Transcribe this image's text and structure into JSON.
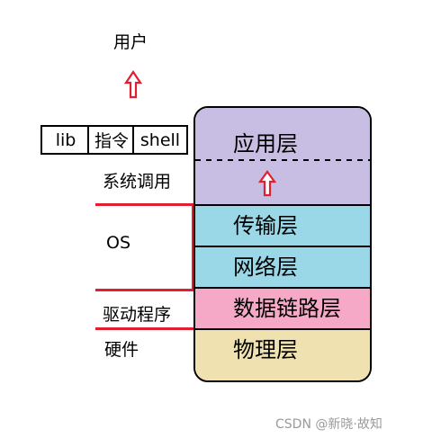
{
  "labels": {
    "user": "用户",
    "syscall": "系统调用",
    "os": "OS",
    "driver": "驱动程序",
    "hardware": "硬件"
  },
  "toolbox": [
    "lib",
    "指令",
    "shell"
  ],
  "layers": [
    {
      "name": "应用层",
      "color": "#c8bde2"
    },
    {
      "name": "传输层",
      "color": "#9ad7e7"
    },
    {
      "name": "网络层",
      "color": "#9ad7e7"
    },
    {
      "name": "数据链路层",
      "color": "#f6a9c6"
    },
    {
      "name": "物理层",
      "color": "#efe2b0"
    }
  ],
  "colors": {
    "accent_red": "#e02030"
  },
  "watermark": "CSDN @新晓·故知"
}
